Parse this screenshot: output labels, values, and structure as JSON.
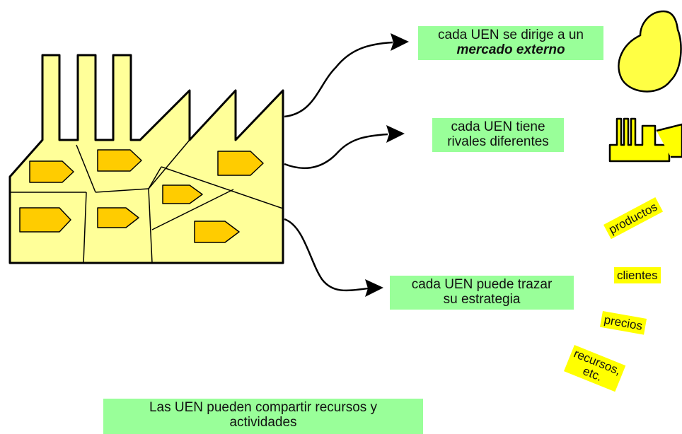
{
  "colors": {
    "factory_fill": "#ffff99",
    "unit_arrow_fill": "#ffcc00",
    "note_fill": "#99ff99",
    "tag_fill": "#ffff00",
    "stroke": "#000000"
  },
  "notes": {
    "market_line1": "cada UEN se dirige a un",
    "market_line2": "mercado externo",
    "rivals_line1": "cada UEN tiene",
    "rivals_line2": "rivales diferentes",
    "strategy_line1": "cada UEN puede trazar",
    "strategy_line2": "su estrategia",
    "shared_line1": "Las UEN pueden compartir recursos y",
    "shared_line2": "actividades"
  },
  "tags": {
    "products": "productos",
    "clients": "clientes",
    "prices": "precios",
    "resources_line1": "recursos,",
    "resources_line2": "etc."
  },
  "icons": [
    "factory-icon",
    "unit-arrow-icon",
    "market-blob-icon",
    "rival-factory-icon",
    "curved-arrow-icon"
  ]
}
